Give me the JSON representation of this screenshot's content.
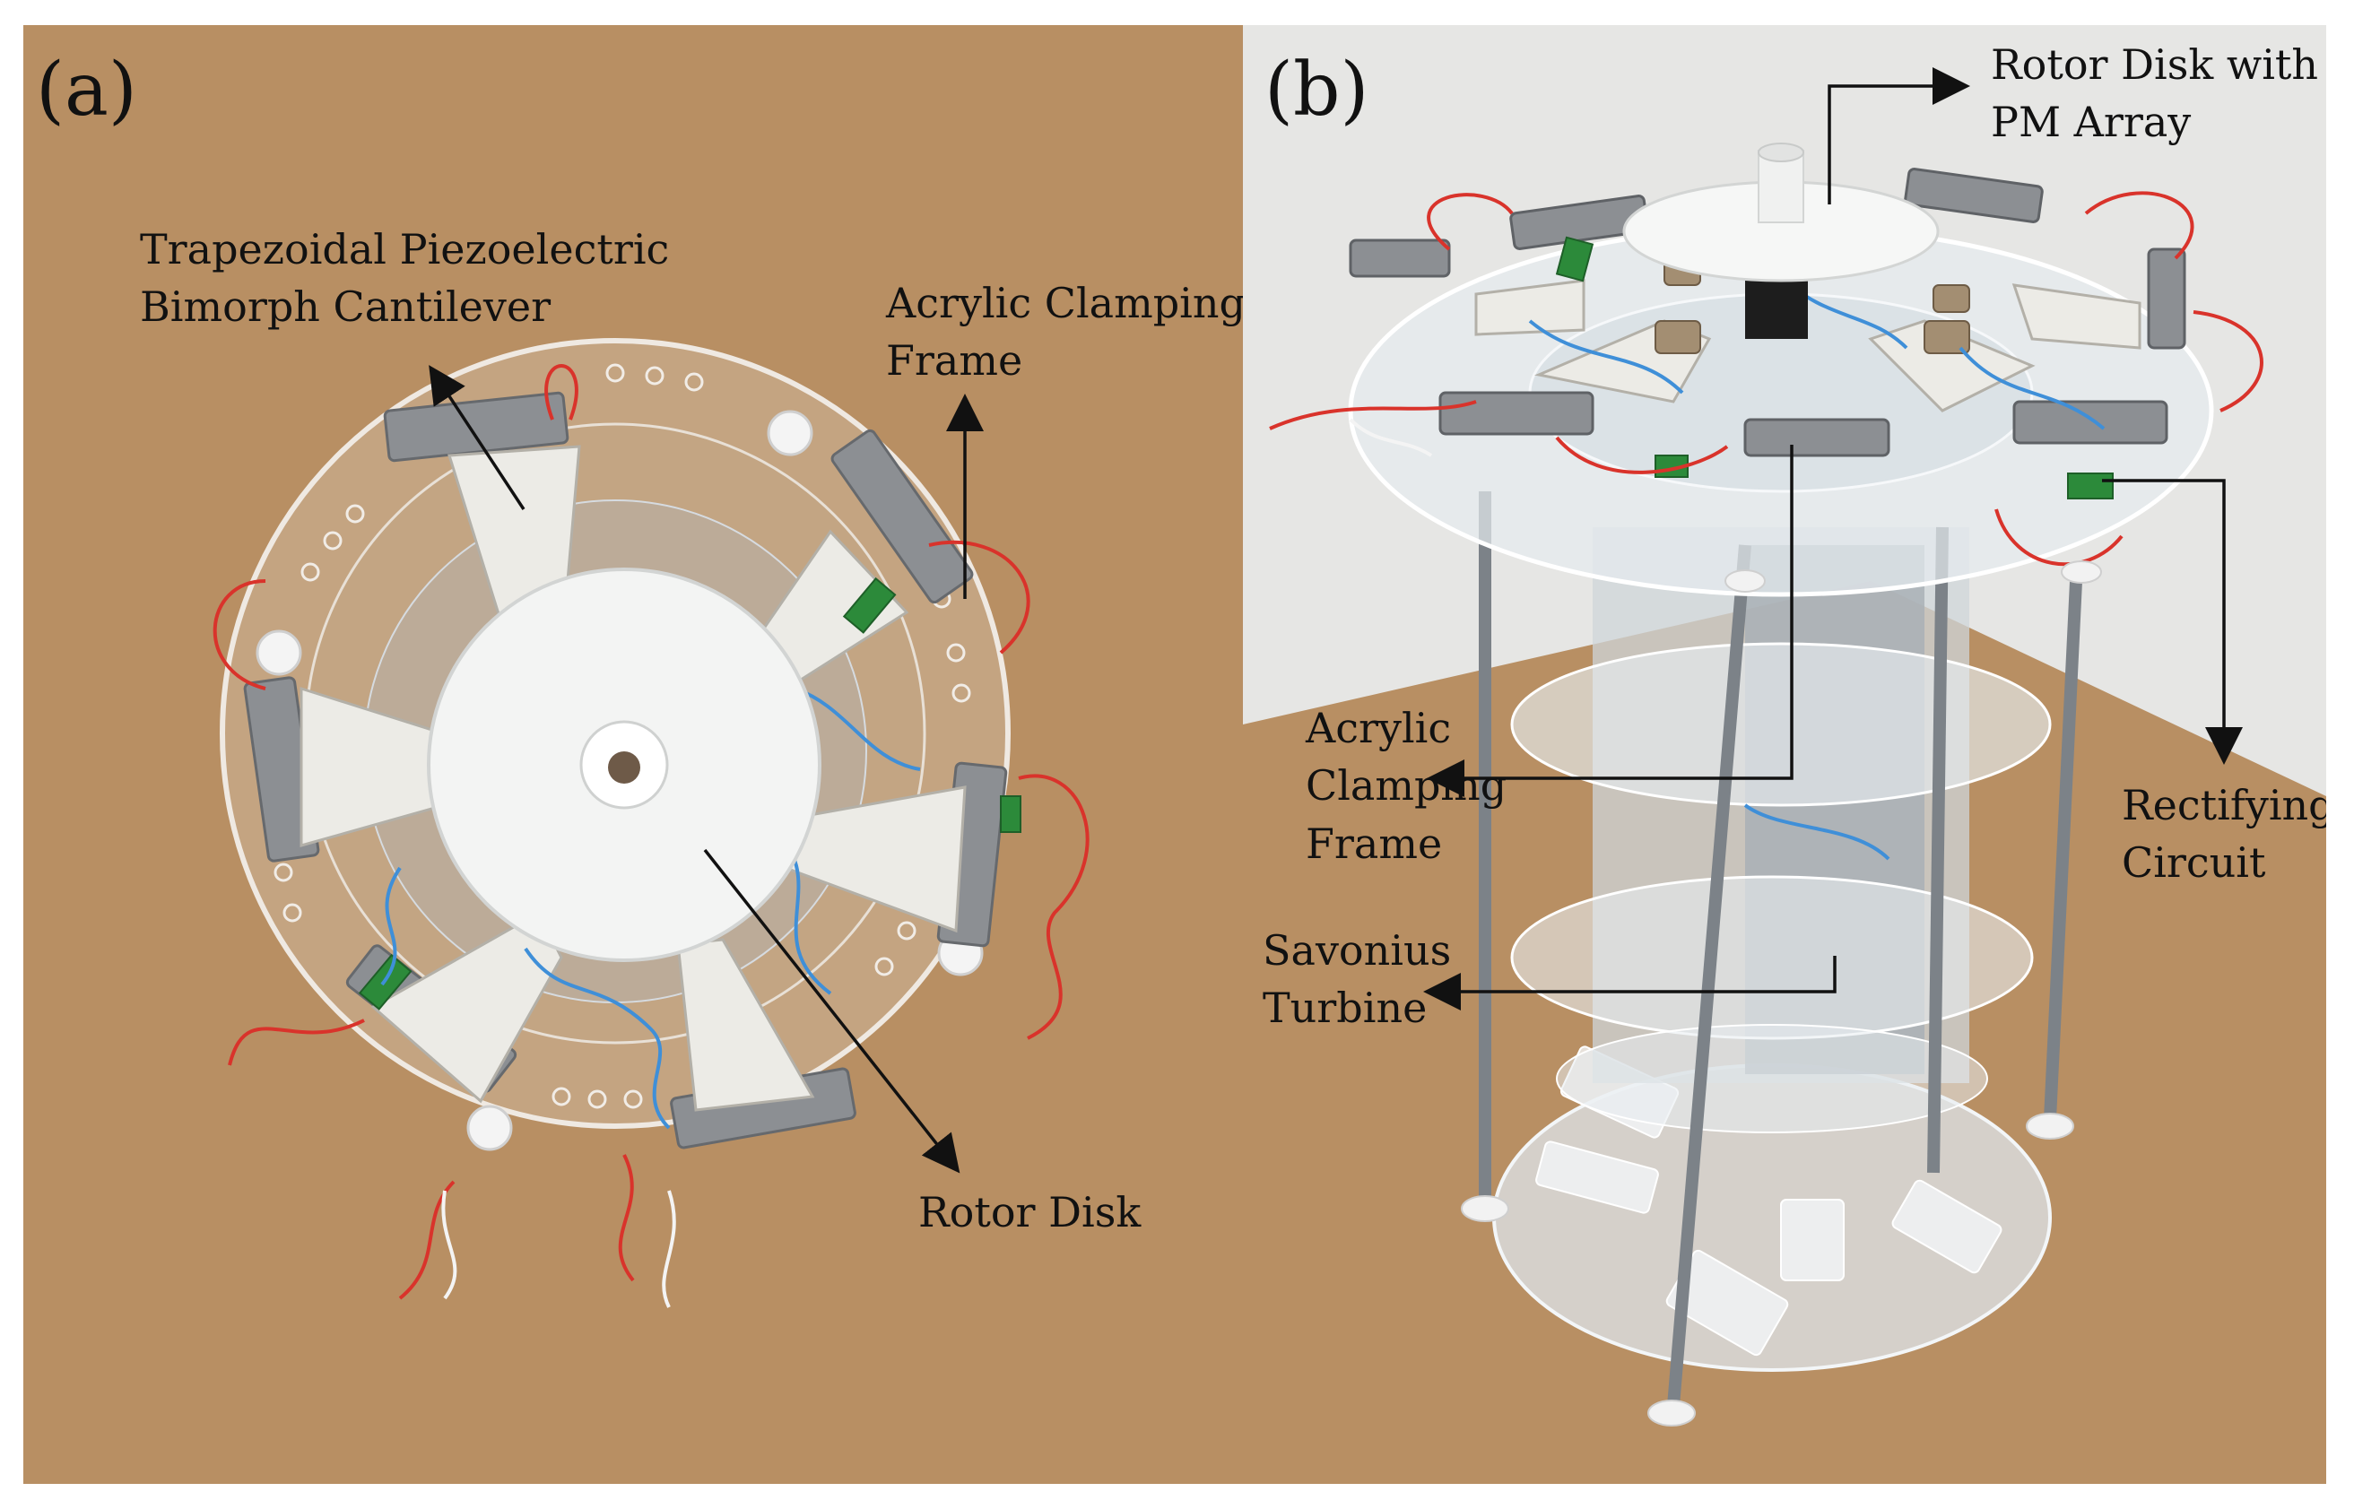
{
  "panels": {
    "a": {
      "label": "(a)",
      "callouts": {
        "cantilever": "Trapezoidal Piezoelectric\nBimorph Cantilever",
        "frame": "Acrylic Clamping\nFrame",
        "rotor": "Rotor Disk"
      }
    },
    "b": {
      "label": "(b)",
      "callouts": {
        "rotor_pm": "Rotor Disk with\nPM Array",
        "frame": "Acrylic\nClamping\nFrame",
        "rectifier": "Rectifying\nCircuit",
        "turbine": "Savonius\nTurbine"
      }
    }
  },
  "colors": {
    "cardboard": "#b88f63",
    "wall": "#e6e6e4",
    "acrylic": "#dfe6ec",
    "piezo": "#ecebe6",
    "clamp": "#8c8f93",
    "wire_red": "#d9332b",
    "wire_blue": "#3f8fd8",
    "pcb": "#2c8a3a"
  }
}
